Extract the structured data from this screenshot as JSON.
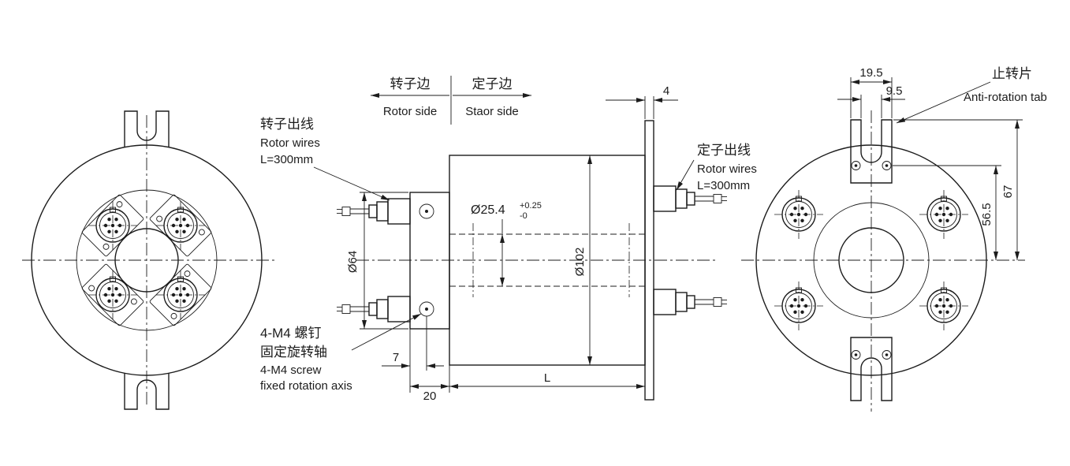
{
  "colors": {
    "line": "#1c1c1c",
    "background": "#ffffff"
  },
  "side_labels": {
    "rotor_cn": "转子边",
    "rotor_en": "Rotor side",
    "stator_cn": "定子边",
    "stator_en": "Staor side"
  },
  "callouts": {
    "rotor_wires": {
      "cn": "转子出线",
      "en": "Rotor wires",
      "len": "L=300mm"
    },
    "stator_wires": {
      "cn": "定子出线",
      "en": "Rotor wires",
      "len": "L=300mm"
    },
    "screw": {
      "line1": "4-M4 螺钉",
      "line2": "固定旋转轴",
      "line3": "4-M4 screw",
      "line4": "fixed rotation axis"
    },
    "tab": {
      "cn": "止转片",
      "en": "Anti-rotation tab"
    }
  },
  "dims": {
    "bore": "Ø25.4",
    "bore_tol_up": "+0.25",
    "bore_tol_dn": "-0",
    "body_od": "Ø102",
    "rotor_od": "Ø64",
    "flange_t": "4",
    "screw_pos": "7",
    "rotor_len": "20",
    "body_len": "L",
    "tab_w": "19.5",
    "slot_w": "9.5",
    "hole_h": "56.5",
    "tab_h": "67"
  }
}
